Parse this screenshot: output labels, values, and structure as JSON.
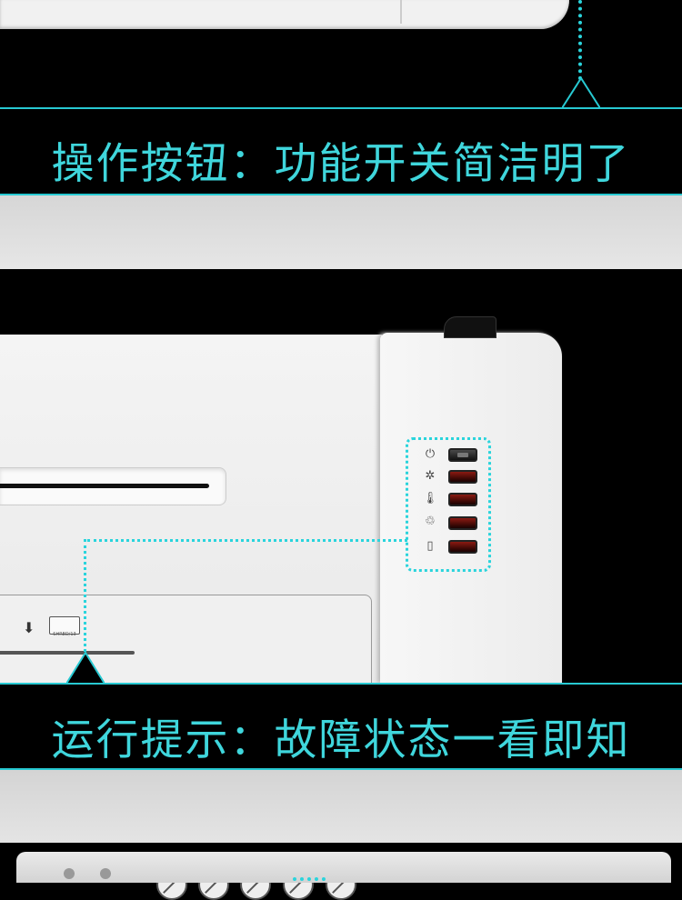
{
  "sections": [
    {
      "caption": "操作按钮：功能开关简洁明了"
    },
    {
      "caption": "运行提示：故障状态一看即知"
    }
  ],
  "panel": {
    "indicator_icons": [
      "power-icon",
      "fan-icon",
      "thermometer-icon",
      "bin-icon",
      "paper-jam-icon"
    ],
    "slot_label": "SHRED/13"
  },
  "colors": {
    "accent": "#27c9d2",
    "caption": "#3fd6dc",
    "indicator": "#8b1a12"
  }
}
